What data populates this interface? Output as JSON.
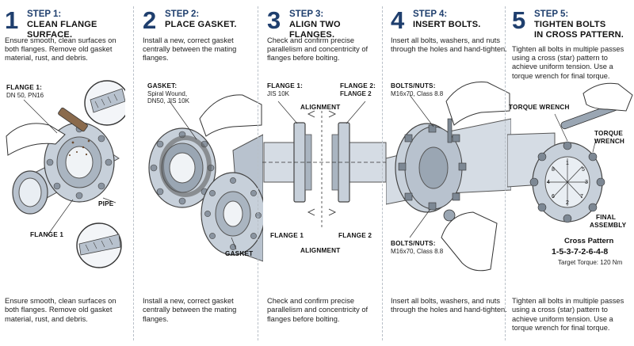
{
  "steps": [
    {
      "number": "1",
      "label": "STEP 1:",
      "title": "CLEAN FLANGE SURFACE.",
      "desc": "Ensure smooth, clean surfaces on both flanges. Remove old gasket material, rust, and debris.",
      "bottom": "Ensure smooth, clean surfaces on both flanges. Remove old gasket material, rust, and debris.",
      "callouts": {
        "flange_label": "FLANGE 1:",
        "flange_sub": "DN 50, PN16",
        "pipe": "PIPE",
        "flange_bottom": "FLANGE 1"
      }
    },
    {
      "number": "2",
      "label": "STEP 2:",
      "title": "PLACE GASKET.",
      "desc": "Install a new, correct gasket centrally between the mating flanges.",
      "bottom": "Install a new, correct gasket centrally between the mating flanges.",
      "callouts": {
        "gasket_label": "GASKET:",
        "gasket_sub1": "Spiral Wound,",
        "gasket_sub2": "DN50, JIS 10K",
        "gasket_bottom": "GASKET"
      }
    },
    {
      "number": "3",
      "label": "STEP 3:",
      "title": "ALIGN TWO FLANGES.",
      "desc": "Check and confirm precise parallelism and concentricity of flanges before bolting.",
      "bottom": "Check and confirm precise parallelism and concentricity of flanges before bolting.",
      "callouts": {
        "flange1_label": "FLANGE 1:",
        "flange1_sub": "JIS 10K",
        "flange2_label": "FLANGE 2:",
        "flange2_sub": "FLANGE 2",
        "alignment_top": "ALIGNMENT",
        "alignment_bottom": "ALIGNMENT",
        "flange1_bottom": "FLANGE 1",
        "flange2_bottom": "FLANGE 2"
      }
    },
    {
      "number": "4",
      "label": "STEP 4:",
      "title": "INSERT BOLTS.",
      "desc": "Insert all bolts, washers, and nuts through the holes and hand-tighten.",
      "bottom": "Insert all bolts, washers, and nuts through the holes and hand-tighten.",
      "callouts": {
        "bolts_top_label": "BOLTS/NUTS:",
        "bolts_top_sub": "M16x70, Class 8.8",
        "bolts_bottom_label": "BOLTS/NUTS:",
        "bolts_bottom_sub": "M16x70, Class 8.8"
      }
    },
    {
      "number": "5",
      "label": "STEP 5:",
      "title_line1": "TIGHTEN BOLTS",
      "title_line2": "IN CROSS PATTERN.",
      "desc": "Tighten all bolts in multiple passes using a cross (star) pattern to achieve uniform tension. Use a torque wrench for final torque.",
      "bottom": "Tighten all bolts in multiple passes using a cross (star) pattern to achieve uniform tension. Use a torque wrench for final torque.",
      "callouts": {
        "torque_wrench": "TORQUE WRENCH",
        "torque_wrench2_l1": "TORQUE",
        "torque_wrench2_l2": "WRENCH",
        "final_l1": "FINAL",
        "final_l2": "ASSEMBLY",
        "cross_title": "Cross Pattern",
        "cross_seq": "1-5-3-7-2-6-4-8",
        "target": "Target Torque: 120 Nm"
      },
      "bolt_numbers": [
        "1",
        "2",
        "3",
        "4",
        "5",
        "6",
        "7",
        "8"
      ]
    }
  ],
  "colors": {
    "accent": "#1f3f6e",
    "steel_light": "#dfe5ec",
    "steel_mid": "#b8c2ce",
    "steel_dark": "#7d8894"
  }
}
